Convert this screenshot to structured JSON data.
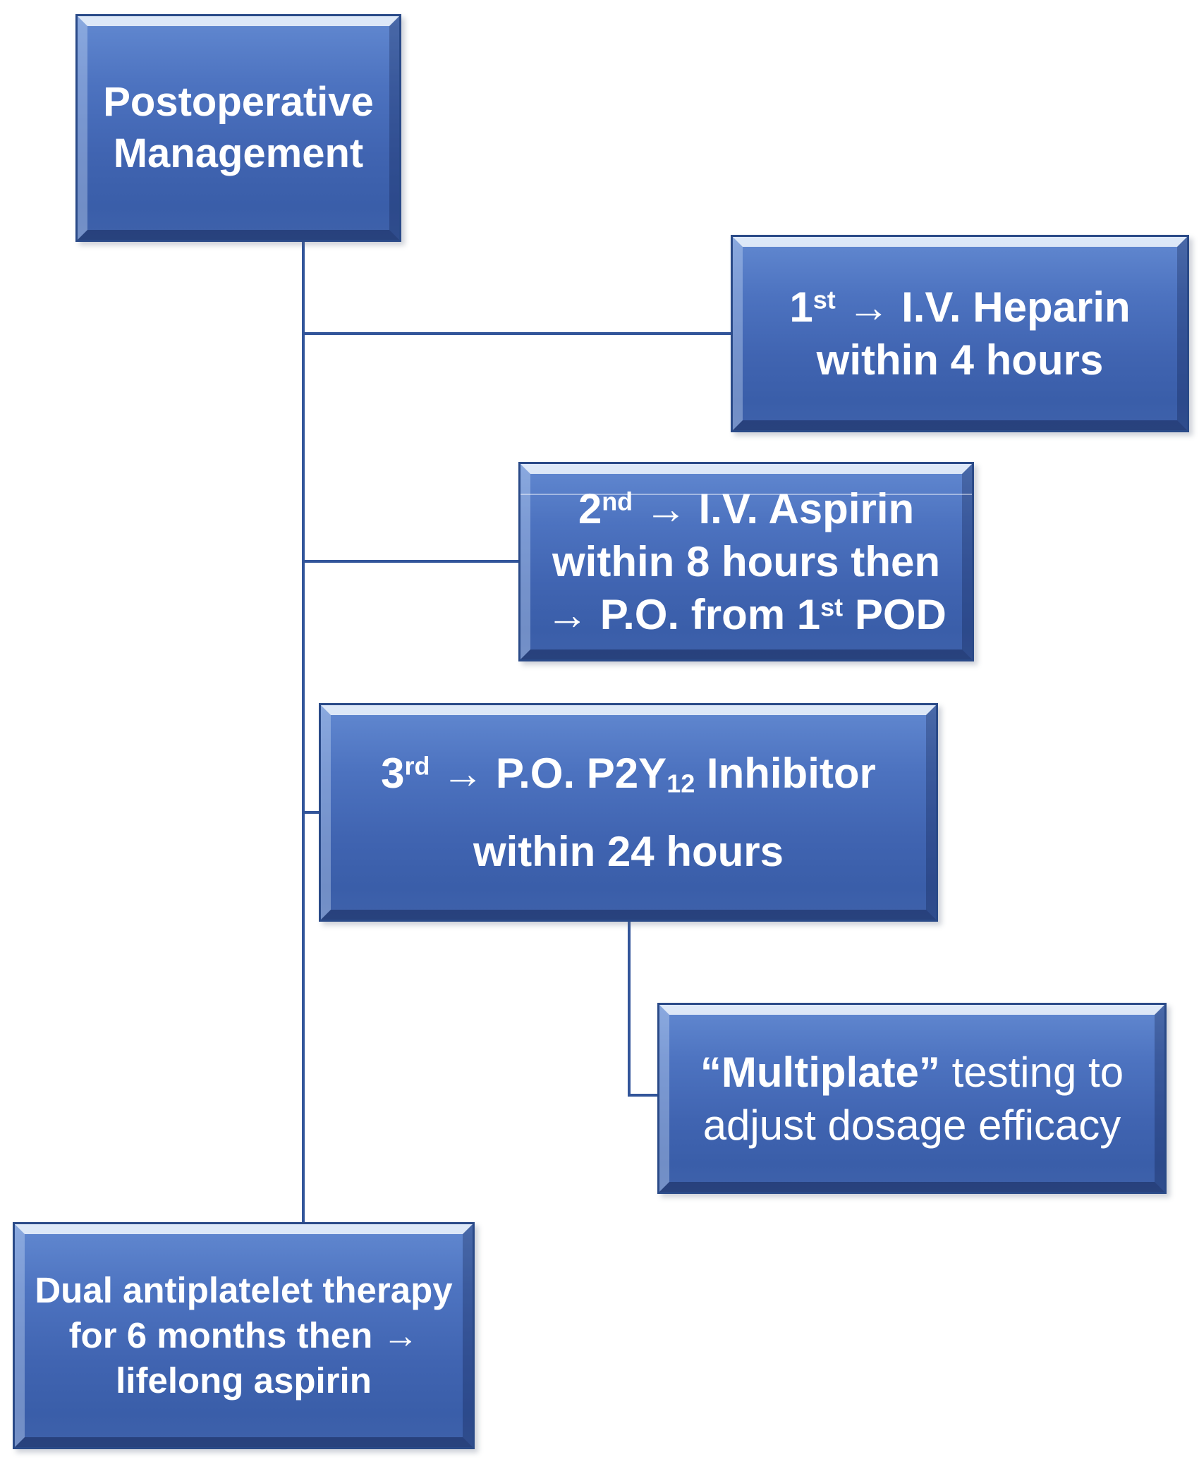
{
  "diagram": {
    "title_hint": "Postoperative antiplatelet management flowchart",
    "colors": {
      "box_fill_top": "#6289d1",
      "box_fill_bottom": "#3a5ea9",
      "box_border": "#2a4a88",
      "bevel_highlight": "#f3f9ff",
      "connector": "#32559a",
      "text": "#ffffff",
      "background": "#ffffff"
    }
  },
  "nodes": {
    "root": {
      "line1": "Postoperative",
      "line2": "Management"
    },
    "step1": {
      "ordinal": "1",
      "ordinal_suffix": "st",
      "line1_rest": " → I.V. Heparin",
      "line2": "within 4 hours"
    },
    "step2": {
      "ordinal": "2",
      "ordinal_suffix": "nd",
      "line1_rest": " → I.V. Aspirin",
      "line2": "within 8 hours then",
      "line3_pre": "→ P.O. from 1",
      "line3_suffix": "st",
      "line3_post": " POD"
    },
    "step3": {
      "ordinal": "3",
      "ordinal_suffix": "rd",
      "line1_mid": " → P.O. P2Y",
      "line1_subscript": "12",
      "line1_post": " Inhibitor",
      "line2": "within 24 hours"
    },
    "multiplate": {
      "line1_bold": "“Multiplate”",
      "line1_rest": " testing to",
      "line2": "adjust dosage efficacy"
    },
    "dual": {
      "line1": "Dual antiplatelet therapy",
      "line2": "for 6 months then →",
      "line3": "lifelong aspirin"
    }
  }
}
